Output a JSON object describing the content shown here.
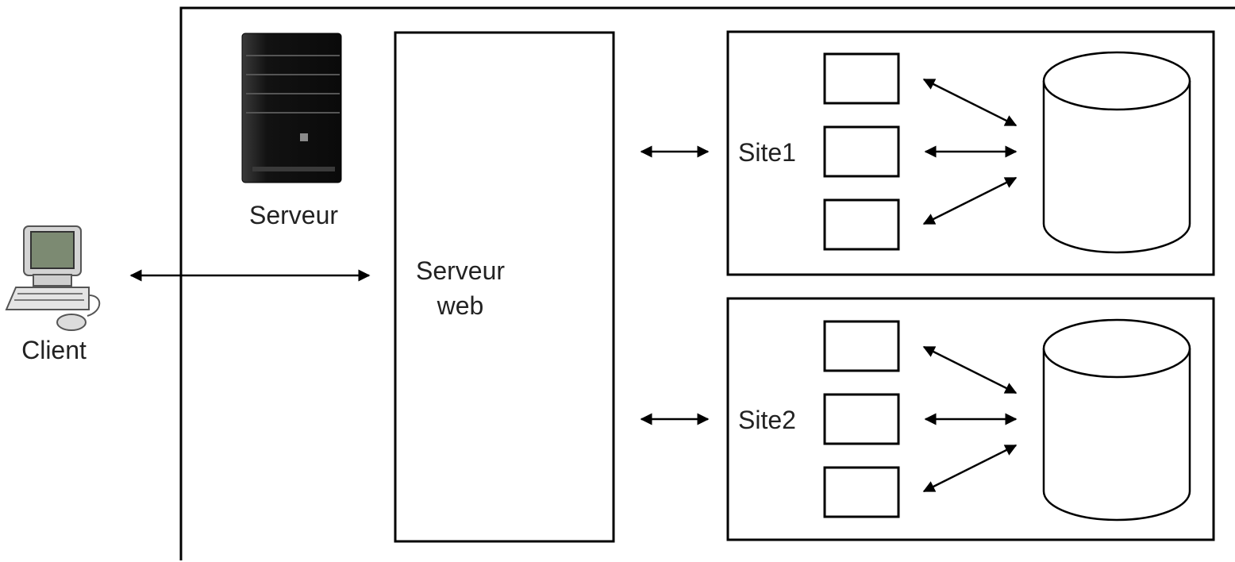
{
  "client": {
    "label": "Client"
  },
  "server": {
    "label": "Serveur"
  },
  "web_server": {
    "line1": "Serveur",
    "line2": "web"
  },
  "sites": [
    {
      "label": "Site1"
    },
    {
      "label": "Site2"
    }
  ],
  "colors": {
    "stroke": "#000000",
    "text": "#222222",
    "background": "#ffffff",
    "monitor_screen": "#7c8a72",
    "server_body": "#1b1b1b"
  }
}
